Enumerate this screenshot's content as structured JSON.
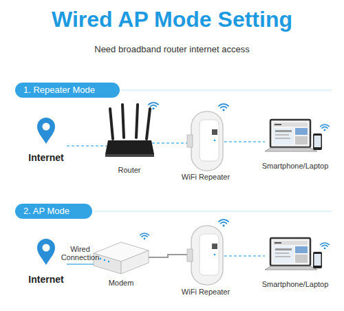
{
  "diagram": {
    "title": "Wired AP Mode Setting",
    "nodes": [
      {
        "text": [
          "1. Repeater Mode"
        ]
      },
      {
        "text": [
          "Internet"
        ]
      },
      {
        "text": [
          "Router"
        ]
      },
      {
        "text": [
          "WiFi Repeater"
        ]
      },
      {
        "text": [
          "Smartphone/Laptop"
        ]
      },
      {
        "text": [
          "2. AP Mode"
        ]
      },
      {
        "text": [
          "Internet"
        ]
      },
      {
        "text": [
          "Modem"
        ]
      },
      {
        "text": [
          "WiFi Repeater"
        ]
      },
      {
        "text": [
          "Smartphone/Laptop"
        ]
      }
    ],
    "edges": [
      {
        "from": 1,
        "to": 2,
        "arrow": "none"
      },
      {
        "from": 2,
        "to": 3,
        "arrow": "none"
      },
      {
        "from": 3,
        "to": 4,
        "arrow": "none"
      },
      {
        "from": 6,
        "to": 7,
        "label": "Wired Connection",
        "arrow": "none"
      },
      {
        "from": 7,
        "to": 8,
        "arrow": "none"
      },
      {
        "from": 8,
        "to": 9,
        "arrow": "none"
      }
    ],
    "labels": [
      "Need broadband router internet access"
    ]
  }
}
